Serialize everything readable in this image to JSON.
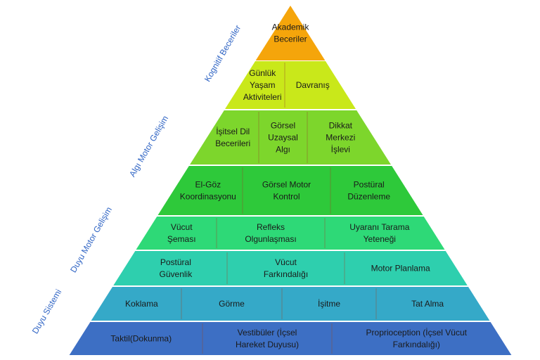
{
  "side_labels": [
    {
      "id": "kognitif",
      "text": "Kognitif Beceriler"
    },
    {
      "id": "algi-motor",
      "text": "Algı Motor Gelişim"
    },
    {
      "id": "duyu-motor",
      "text": "Duyu Motor Gelişim"
    },
    {
      "id": "duyu-sistemi",
      "text": "Duyu Sistemi"
    }
  ],
  "levels": [
    {
      "id": "level-1",
      "color": "#f5a50b",
      "cells": [
        {
          "lines": [
            "Akademik",
            "Beceriler"
          ]
        }
      ]
    },
    {
      "id": "level-2",
      "color": "#c9e81a",
      "cells": [
        {
          "lines": [
            "Günlük",
            "Yaşam",
            "Aktiviteleri"
          ]
        },
        {
          "lines": [
            "Davranış"
          ]
        }
      ]
    },
    {
      "id": "level-3",
      "color": "#7dd62c",
      "cells": [
        {
          "lines": [
            "İşitsel Dil",
            "Becerileri"
          ]
        },
        {
          "lines": [
            "Görsel",
            "Uzaysal",
            "Algı"
          ]
        },
        {
          "lines": [
            "Dikkat",
            "Merkezi",
            "İşlevi"
          ]
        }
      ]
    },
    {
      "id": "level-4",
      "color": "#2ec93a",
      "cells": [
        {
          "lines": [
            "El-Göz",
            "Koordinasyonu"
          ]
        },
        {
          "lines": [
            "Görsel Motor",
            "Kontrol"
          ]
        },
        {
          "lines": [
            "Postüral",
            "Düzenleme"
          ]
        }
      ]
    },
    {
      "id": "level-5",
      "color": "#2ed977",
      "cells": [
        {
          "lines": [
            "Vücut",
            "Şeması"
          ]
        },
        {
          "lines": [
            "Refleks",
            "Olgunlaşması"
          ]
        },
        {
          "lines": [
            "Uyaranı Tarama",
            "Yeteneği"
          ]
        }
      ]
    },
    {
      "id": "level-6",
      "color": "#2ecfae",
      "cells": [
        {
          "lines": [
            "Postüral",
            "Güvenlik"
          ]
        },
        {
          "lines": [
            "Vücut",
            "Farkındalığı"
          ]
        },
        {
          "lines": [
            "Motor Planlama"
          ]
        }
      ]
    },
    {
      "id": "level-7",
      "color": "#35a9c8",
      "cells": [
        {
          "lines": [
            "Koklama"
          ]
        },
        {
          "lines": [
            "Görme"
          ]
        },
        {
          "lines": [
            "İşitme"
          ]
        },
        {
          "lines": [
            "Tat Alma"
          ]
        }
      ]
    },
    {
      "id": "level-8",
      "color": "#3d6fc4",
      "cells": [
        {
          "lines": [
            "Taktil(Dokunma)"
          ]
        },
        {
          "lines": [
            "Vestibüler (İçsel",
            "Hareket Duyusu)"
          ]
        },
        {
          "lines": [
            "Proprioception (İçsel Vücut",
            "Farkındalığı)"
          ]
        }
      ]
    }
  ]
}
